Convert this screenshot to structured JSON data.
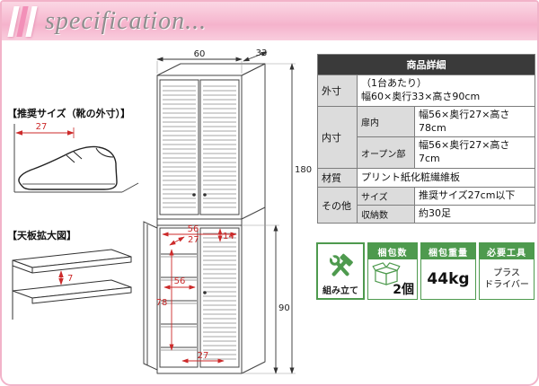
{
  "colors": {
    "header_pink": "#f5b3cc",
    "accent_green": "#4e9a4e",
    "dimension_red": "#cc2a2a",
    "table_header_bg": "#3a3a3a"
  },
  "header": {
    "title": "specification..."
  },
  "left_panel": {
    "recommended_label": "【推奨サイズ（靴の外寸）】",
    "recommended_shoe_length": "27",
    "top_board_label": "【天板拡大図】",
    "top_board_gap": "7"
  },
  "cabinet_drawing": {
    "width": "60",
    "depth": "33",
    "height_total": "180",
    "height_lower": "90",
    "inner_width": "56",
    "inner_depth": "27",
    "open_gap": "14",
    "inner_height": "78",
    "shelf_width": "56",
    "bottom_depth": "27"
  },
  "spec_table": {
    "title": "商品詳細",
    "outer_label": "外寸",
    "outer_note": "（1台あたり）",
    "outer_value": "幅60×奥行33×高さ90cm",
    "inner_label": "内寸",
    "inner_door_label": "扉内",
    "inner_door_value": "幅56×奥行27×高さ78cm",
    "inner_open_label": "オープン部",
    "inner_open_value": "幅56×奥行27×高さ7cm",
    "material_label": "材質",
    "material_value": "プリント紙化粧繊維板",
    "other_label": "その他",
    "size_label": "サイズ",
    "size_value": "推奨サイズ27cm以下",
    "capacity_label": "収納数",
    "capacity_value": "約30足"
  },
  "badges": {
    "assembly_label": "組み立て",
    "package_count_label": "梱包数",
    "package_count_value": "2個",
    "package_weight_label": "梱包重量",
    "package_weight_value": "44kg",
    "required_tools_label": "必要工具",
    "required_tools_line1": "プラス",
    "required_tools_line2": "ドライバー"
  }
}
